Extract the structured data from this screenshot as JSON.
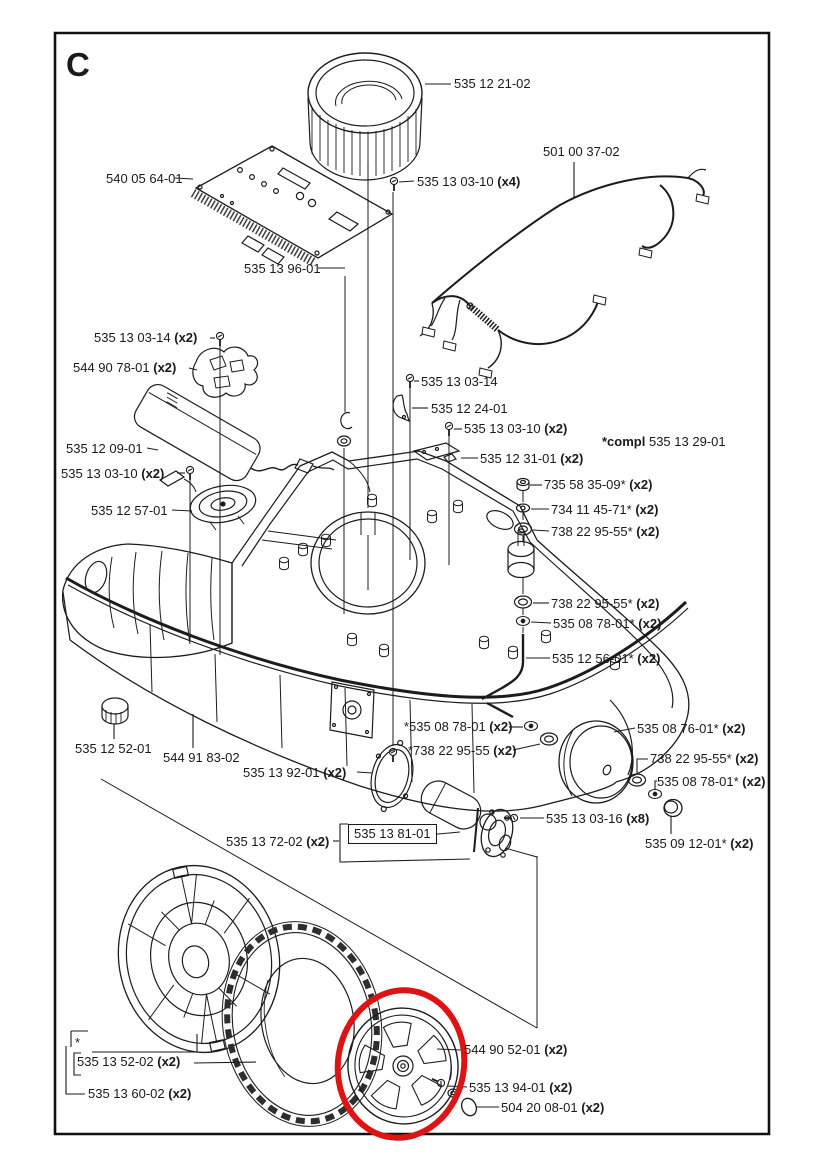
{
  "page": {
    "letter": "C"
  },
  "colors": {
    "line": "#1c1c1c",
    "highlight": "#dc1414"
  },
  "parts": [
    {
      "num": "535 12 21-02"
    },
    {
      "num": "540 05 64-01"
    },
    {
      "num": "535 13 03-10 ",
      "qty": "(x4)"
    },
    {
      "num": "501 00 37-02"
    },
    {
      "num": "535 13 96-01"
    },
    {
      "num": "535 13 03-14 ",
      "qty": "(x2)"
    },
    {
      "num": "544 90 78-01 ",
      "qty": "(x2)"
    },
    {
      "num": "535 12 09-01"
    },
    {
      "num": "535 13 03-10 ",
      "qty": "(x2)"
    },
    {
      "num": "535 12 57-01"
    },
    {
      "num": "535 13 03-14"
    },
    {
      "num": "535 12 24-01"
    },
    {
      "num": "535 13 03-10 ",
      "qty": "(x2)"
    },
    {
      "num": "535 12 31-01 ",
      "qty": "(x2)"
    },
    {
      "pre": "*compl ",
      "num": "535 13 29-01"
    },
    {
      "num": "735 58 35-09* ",
      "qty": "(x2)"
    },
    {
      "num": "734 11 45-71* ",
      "qty": "(x2)"
    },
    {
      "num": "738 22 95-55* ",
      "qty": "(x2)"
    },
    {
      "num": "738 22 95-55* ",
      "qty": "(x2)"
    },
    {
      "num": "535 08 78-01* ",
      "qty": "(x2)"
    },
    {
      "num": "535 12 56-01* ",
      "qty": "(x2)"
    },
    {
      "num": "*535 08 78-01 ",
      "qty": "(x2)"
    },
    {
      "num": "*738 22 95-55 ",
      "qty": "(x2)"
    },
    {
      "num": "535 08 76-01* ",
      "qty": "(x2)"
    },
    {
      "num": "738 22 95-55* ",
      "qty": "(x2)"
    },
    {
      "num": "535 08 78-01* ",
      "qty": "(x2)"
    },
    {
      "num": "535 13 03-16 ",
      "qty": "(x8)"
    },
    {
      "num": "535 09 12-01* ",
      "qty": "(x2)"
    },
    {
      "num": "535 12 52-01"
    },
    {
      "num": "544 91 83-02"
    },
    {
      "num": "535 13 92-01 ",
      "qty": "(x2)"
    },
    {
      "num": "535 13 72-02 ",
      "qty": "(x2)"
    },
    {
      "num": "535 13 81-01"
    },
    {
      "num": "544 90 52-01 ",
      "qty": "(x2)"
    },
    {
      "num": "535 13 94-01 ",
      "qty": "(x2)"
    },
    {
      "num": "504 20 08-01 ",
      "qty": "(x2)"
    },
    {
      "num": "*"
    },
    {
      "num": "535 13 52-02 ",
      "qty": "(x2)"
    },
    {
      "num": "535 13 60-02 ",
      "qty": "(x2)"
    }
  ]
}
